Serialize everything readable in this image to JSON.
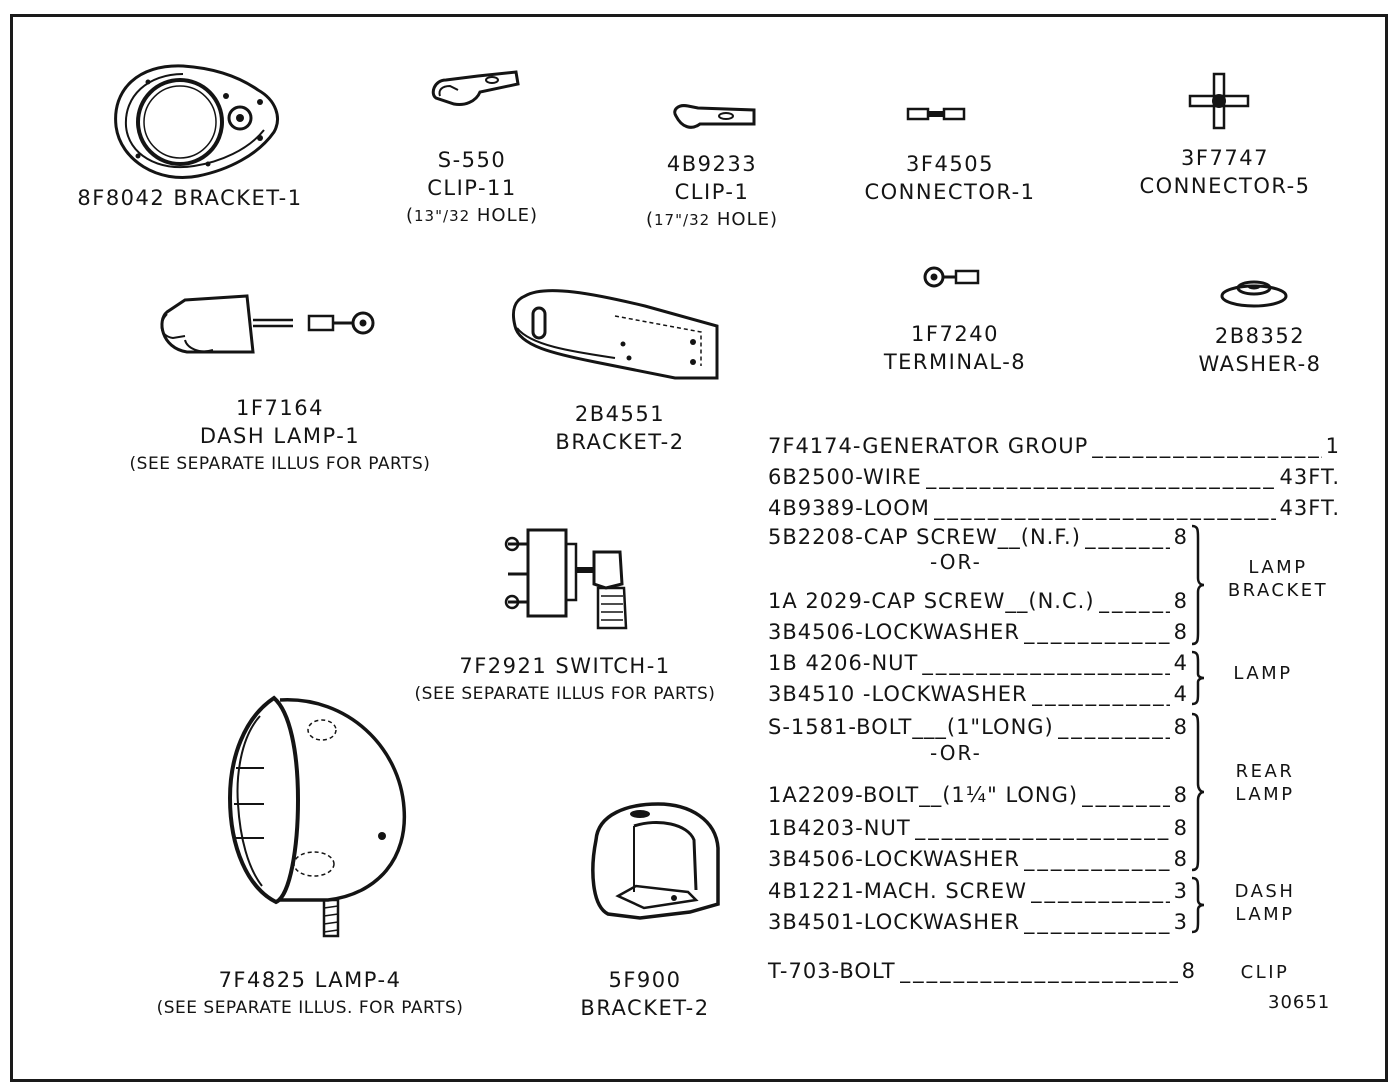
{
  "parts": {
    "bracket_8f8042": "8F8042 BRACKET-1",
    "clip_s550": {
      "number": "S-550",
      "name": "CLIP-11",
      "hole_num": "13\"",
      "hole_den": "32",
      "hole_text": "HOLE)"
    },
    "clip_4b9233": {
      "number": "4B9233",
      "name": "CLIP-1",
      "hole_num": "17\"",
      "hole_den": "32",
      "hole_text": "HOLE)"
    },
    "connector_3f4505": {
      "number": "3F4505",
      "name": "CONNECTOR-1"
    },
    "connector_3f7747": {
      "number": "3F7747",
      "name": "CONNECTOR-5"
    },
    "terminal_1f7240": {
      "number": "1F7240",
      "name": "TERMINAL-8"
    },
    "washer_2b8352": {
      "number": "2B8352",
      "name": "WASHER-8"
    },
    "dash_lamp_1f7164": {
      "number": "1F7164",
      "name": "DASH LAMP-1",
      "note": "(SEE SEPARATE ILLUS FOR PARTS)"
    },
    "bracket_2b4551": {
      "number": "2B4551",
      "name": "BRACKET-2"
    },
    "switch_7f2921": {
      "name": "7F2921 SWITCH-1",
      "note": "(SEE SEPARATE ILLUS FOR PARTS)"
    },
    "lamp_7f4825": {
      "name": "7F4825 LAMP-4",
      "note": "(SEE SEPARATE ILLUS. FOR PARTS)"
    },
    "bracket_5f900": {
      "number": "5F900",
      "name": "BRACKET-2"
    }
  },
  "parts_list": [
    {
      "desc": "7F4174-GENERATOR GROUP",
      "qty": "1"
    },
    {
      "desc": "6B2500-WIRE",
      "qty": "43FT."
    },
    {
      "desc": "4B9389-LOOM",
      "qty": "43FT."
    },
    {
      "desc": "5B2208-CAP SCREW__(N.F.)",
      "qty": "8"
    },
    {
      "desc": "1A 2029-CAP SCREW__(N.C.)",
      "qty": "8"
    },
    {
      "desc": "3B4506-LOCKWASHER",
      "qty": "8"
    },
    {
      "desc": "1B 4206-NUT",
      "qty": "4"
    },
    {
      "desc": "3B4510 -LOCKWASHER",
      "qty": "4"
    },
    {
      "desc": "S-1581-BOLT___(1\"LONG)",
      "qty": "8"
    },
    {
      "desc": "1A2209-BOLT__(1¼\" LONG)",
      "qty": "8"
    },
    {
      "desc": "1B4203-NUT",
      "qty": "8"
    },
    {
      "desc": "3B4506-LOCKWASHER",
      "qty": "8"
    },
    {
      "desc": "4B1221-MACH. SCREW",
      "qty": "3"
    },
    {
      "desc": "3B4501-LOCKWASHER",
      "qty": "3"
    },
    {
      "desc": "T-703-BOLT",
      "qty": "8"
    }
  ],
  "or_label": "-OR-",
  "groups": {
    "lamp_bracket": [
      "LAMP",
      "BRACKET"
    ],
    "lamp": [
      "LAMP"
    ],
    "rear_lamp": [
      "REAR",
      "LAMP"
    ],
    "dash_lamp": [
      "DASH",
      "LAMP"
    ],
    "clip": [
      "CLIP"
    ]
  },
  "figure_number": "30651"
}
